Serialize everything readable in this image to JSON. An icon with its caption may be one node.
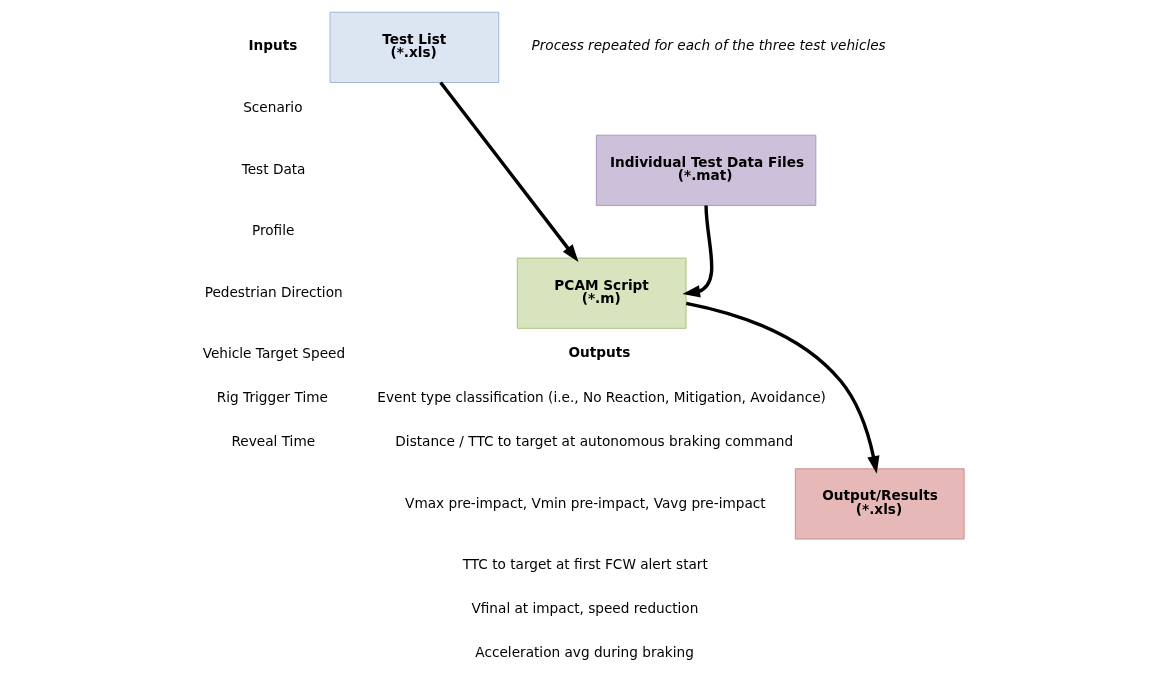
{
  "diagram": {
    "nodes": [
      {
        "text": [
          "Test List",
          "(*.xls)"
        ]
      },
      {
        "text": [
          "Individual Test Data Files",
          "(*.mat)"
        ]
      },
      {
        "text": [
          "PCAM Script",
          "(*.m)"
        ]
      },
      {
        "text": [
          "Output/Results",
          "(*.xls)"
        ]
      }
    ],
    "edges": [
      {
        "from": 0,
        "to": 2,
        "arrow": "to"
      },
      {
        "from": 1,
        "to": 2,
        "arrow": "to"
      },
      {
        "from": 2,
        "to": 3,
        "arrow": "to"
      }
    ],
    "labels": [
      "Inputs",
      "Scenario",
      "Test Data",
      "Profile",
      "Pedestrian Direction",
      "Vehicle Target Speed",
      "Rig Trigger Time",
      "Reveal Time",
      "Process repeated for each of the three test vehicles",
      "Outputs",
      "Event type classification (i.e., No Reaction, Mitigation, Avoidance)",
      "Distance / TTC to target at autonomous braking command",
      "Vmax pre-impact, Vmin pre-impact, Vavg pre-impact",
      "TTC to target at first FCW alert start",
      "Vfinal at impact, speed reduction",
      "Acceleration avg during braking"
    ]
  }
}
